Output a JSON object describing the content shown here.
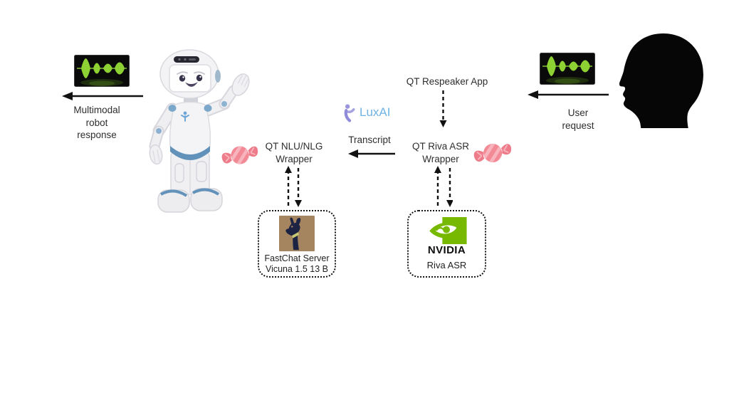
{
  "labels": {
    "multimodal": {
      "l1": "Multimodal",
      "l2": "robot",
      "l3": "response"
    },
    "user_request": {
      "l1": "User",
      "l2": "request"
    },
    "respeaker": "QT Respeaker App",
    "transcript": "Transcript",
    "nlu": {
      "l1": "QT NLU/NLG",
      "l2": "Wrapper"
    },
    "riva": {
      "l1": "QT Riva ASR",
      "l2": "Wrapper"
    }
  },
  "luxai": {
    "brand": "LuxAI"
  },
  "boxes": {
    "fastchat": {
      "l1": "FastChat Server",
      "l2": "Vicuna 1.5 13 B"
    },
    "nvidia": {
      "wordmark": "NVIDIA",
      "label": "Riva ASR"
    }
  },
  "icons": {
    "left_waveform": "audio-waveform",
    "right_waveform": "audio-waveform",
    "robot": "qt-robot",
    "head": "human-head-silhouette",
    "candy_left": "candy",
    "candy_right": "candy",
    "vicuna": "vicuna-llama-logo",
    "nvidia": "nvidia-eye-logo",
    "luxai": "luxai-figure-logo"
  },
  "colors": {
    "background": "#FFFFFF",
    "text": "#2B2B2B",
    "arrow": "#111111",
    "nvidia_green": "#76B900",
    "luxai_blue": "#6FB3E4",
    "luxai_purple": "#8F8BD8",
    "candy_pink": "#F28995",
    "candy_pink_light": "#F8B4BC",
    "waveform_green": "#8DD133",
    "waveform_bg": "#0A0A0A",
    "vicuna_brown": "#A5855F",
    "vicuna_navy": "#1D2342",
    "robot_blue": "#6292BA"
  }
}
